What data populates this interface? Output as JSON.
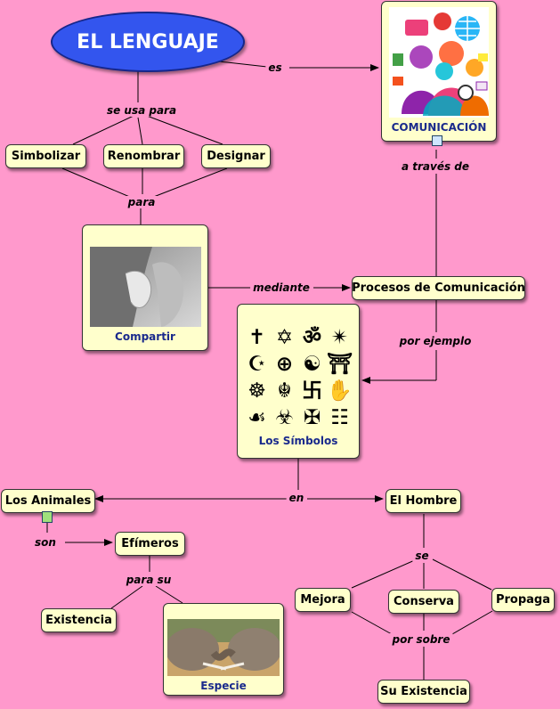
{
  "title": "EL LENGUAJE",
  "nodes": {
    "comunicacion": "COMUNICACIÓN",
    "simbolizar": "Simbolizar",
    "renombrar": "Renombrar",
    "designar": "Designar",
    "compartir": "Compartir",
    "procesos": "Procesos de Comunicación",
    "simbolos": "Los Símbolos",
    "animales": "Los Animales",
    "hombre": "El Hombre",
    "efimeros": "Efímeros",
    "existencia": "Existencia",
    "especie": "Especie",
    "mejora": "Mejora",
    "conserva": "Conserva",
    "propaga": "Propaga",
    "su_existencia": "Su Existencia"
  },
  "links": {
    "es": "es",
    "se_usa_para": "se usa para",
    "para": "para",
    "a_traves_de": "a través de",
    "mediante": "mediante",
    "por_ejemplo": "por ejemplo",
    "en": "en",
    "son": "son",
    "para_su": "para su",
    "se": "se",
    "por_sobre": "por sobre"
  },
  "symbols": [
    "✝",
    "✡",
    "ॐ",
    "✴",
    "☪",
    "⊕",
    "☯",
    "⛩",
    "☸",
    "☬",
    "卐",
    "✋",
    "☙",
    "☣",
    "✠",
    "☷"
  ],
  "colors": {
    "background": "#ff99cc",
    "node": "#ffffcc",
    "title": "#3355ee",
    "caption": "#1a2a8c"
  }
}
